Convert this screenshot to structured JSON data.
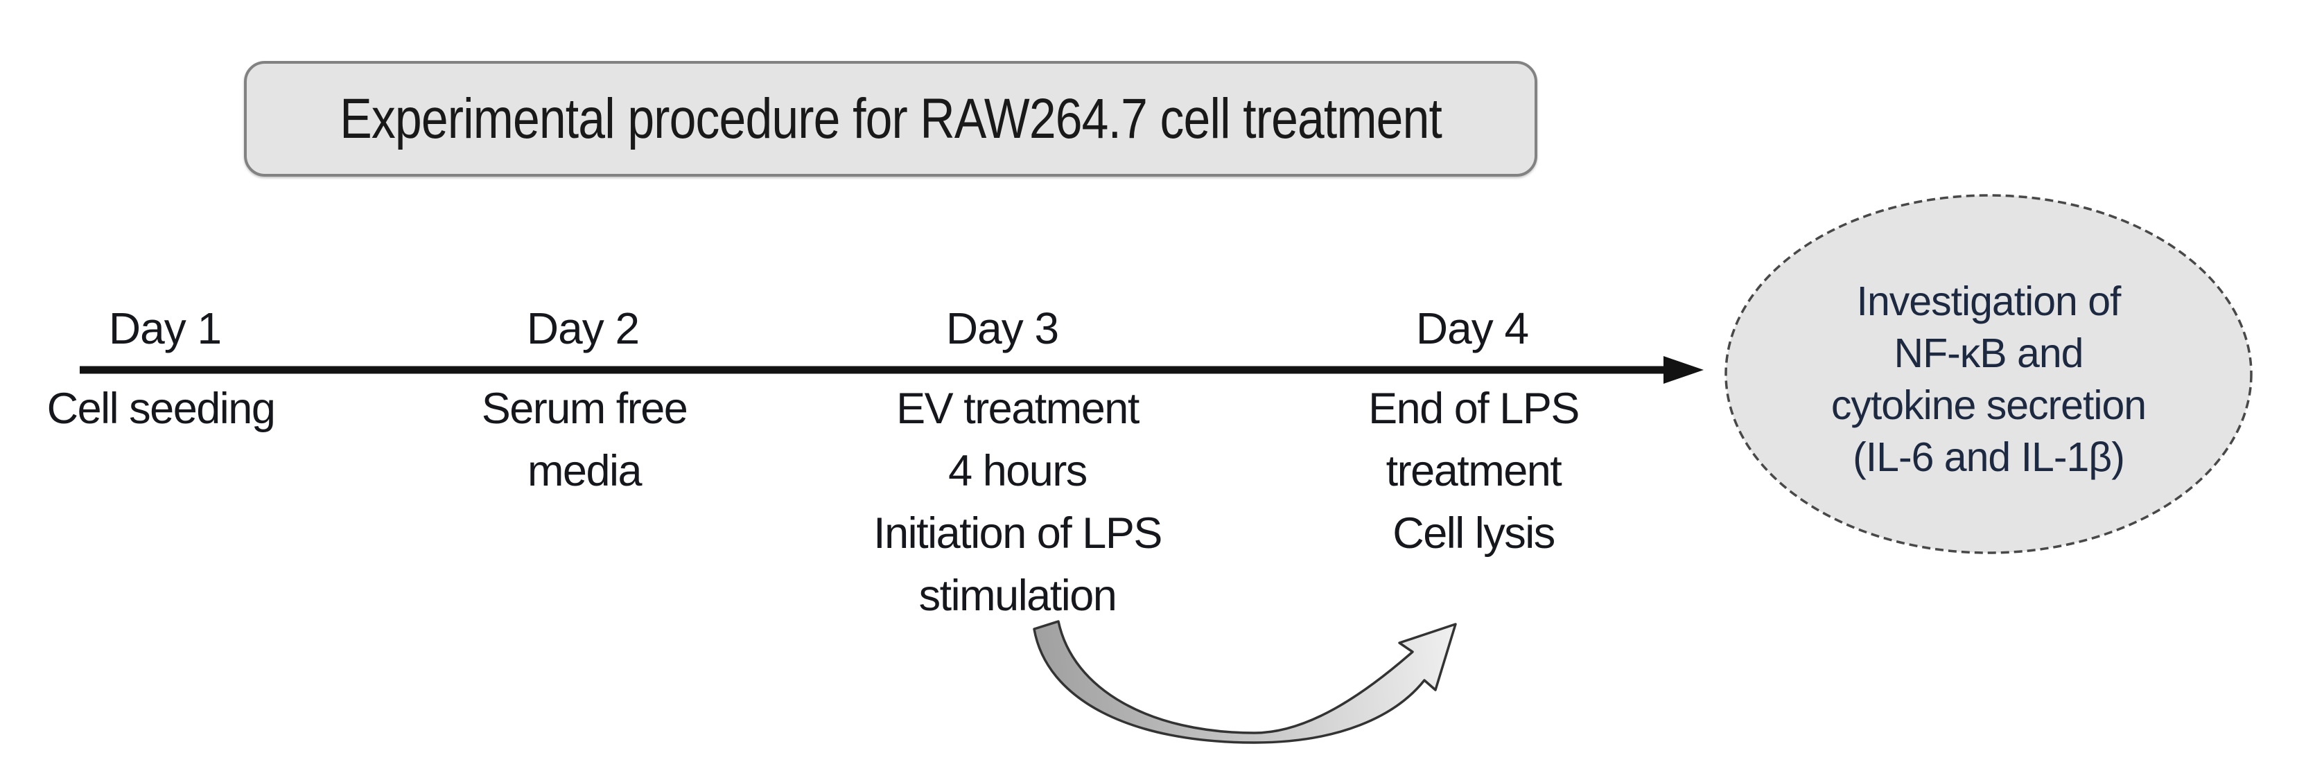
{
  "title": {
    "label": "Experimental procedure for RAW264.7 cell treatment"
  },
  "timeline": {
    "days": [
      {
        "label": "Day 1",
        "lines": [
          "Cell seeding"
        ]
      },
      {
        "label": "Day 2",
        "lines": [
          "Serum free",
          "media"
        ]
      },
      {
        "label": "Day 3",
        "lines": [
          "EV treatment",
          "4 hours",
          "Initiation of LPS",
          "stimulation"
        ]
      },
      {
        "label": "Day 4",
        "lines": [
          "End of LPS",
          "treatment",
          "Cell lysis"
        ]
      }
    ]
  },
  "outcome_ellipse": {
    "lines": [
      "Investigation of",
      "NF-κB and",
      "cytokine secretion",
      "(IL-6 and IL-1β)"
    ]
  },
  "icons": {
    "timeline_arrow": "right-arrow",
    "process_arrow": "curved-up-right-arrow"
  },
  "colors": {
    "background": "#ffffff",
    "title_box_fill": "#e4e4e4",
    "title_box_border": "#828282",
    "ellipse_fill": "#e4e4e4",
    "ellipse_border": "#484848",
    "timeline_arrow": "#121212",
    "curved_arrow_fill_start": "#9f9f9f",
    "curved_arrow_fill_end": "#efefef",
    "curved_arrow_stroke": "#333333",
    "text": "#15171c",
    "ellipse_text": "#1c2940"
  }
}
